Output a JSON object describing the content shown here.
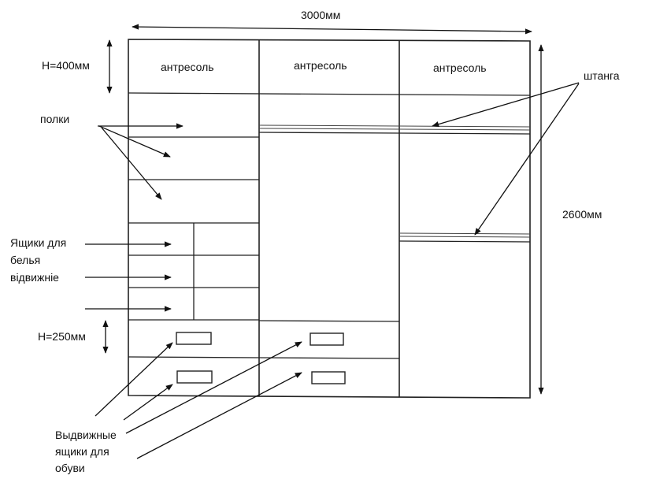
{
  "dimensions": {
    "width_label": "3000мм",
    "height_label": "2600мм",
    "mezzanine_height": "H=400мм",
    "drawer_height": "H=250мм"
  },
  "sections": {
    "mezzanine_left": "антресоль",
    "mezzanine_middle": "антресоль",
    "mezzanine_right": "антресоль"
  },
  "callouts": {
    "shelves": "полки",
    "rod": "штанга",
    "linen_drawers_line1": "Ящики для",
    "linen_drawers_line2": "белья",
    "linen_drawers_line3": "відвижніе",
    "shoe_drawers_line1": "Выдвижные",
    "shoe_drawers_line2": "ящики для",
    "shoe_drawers_line3": "обуви"
  }
}
